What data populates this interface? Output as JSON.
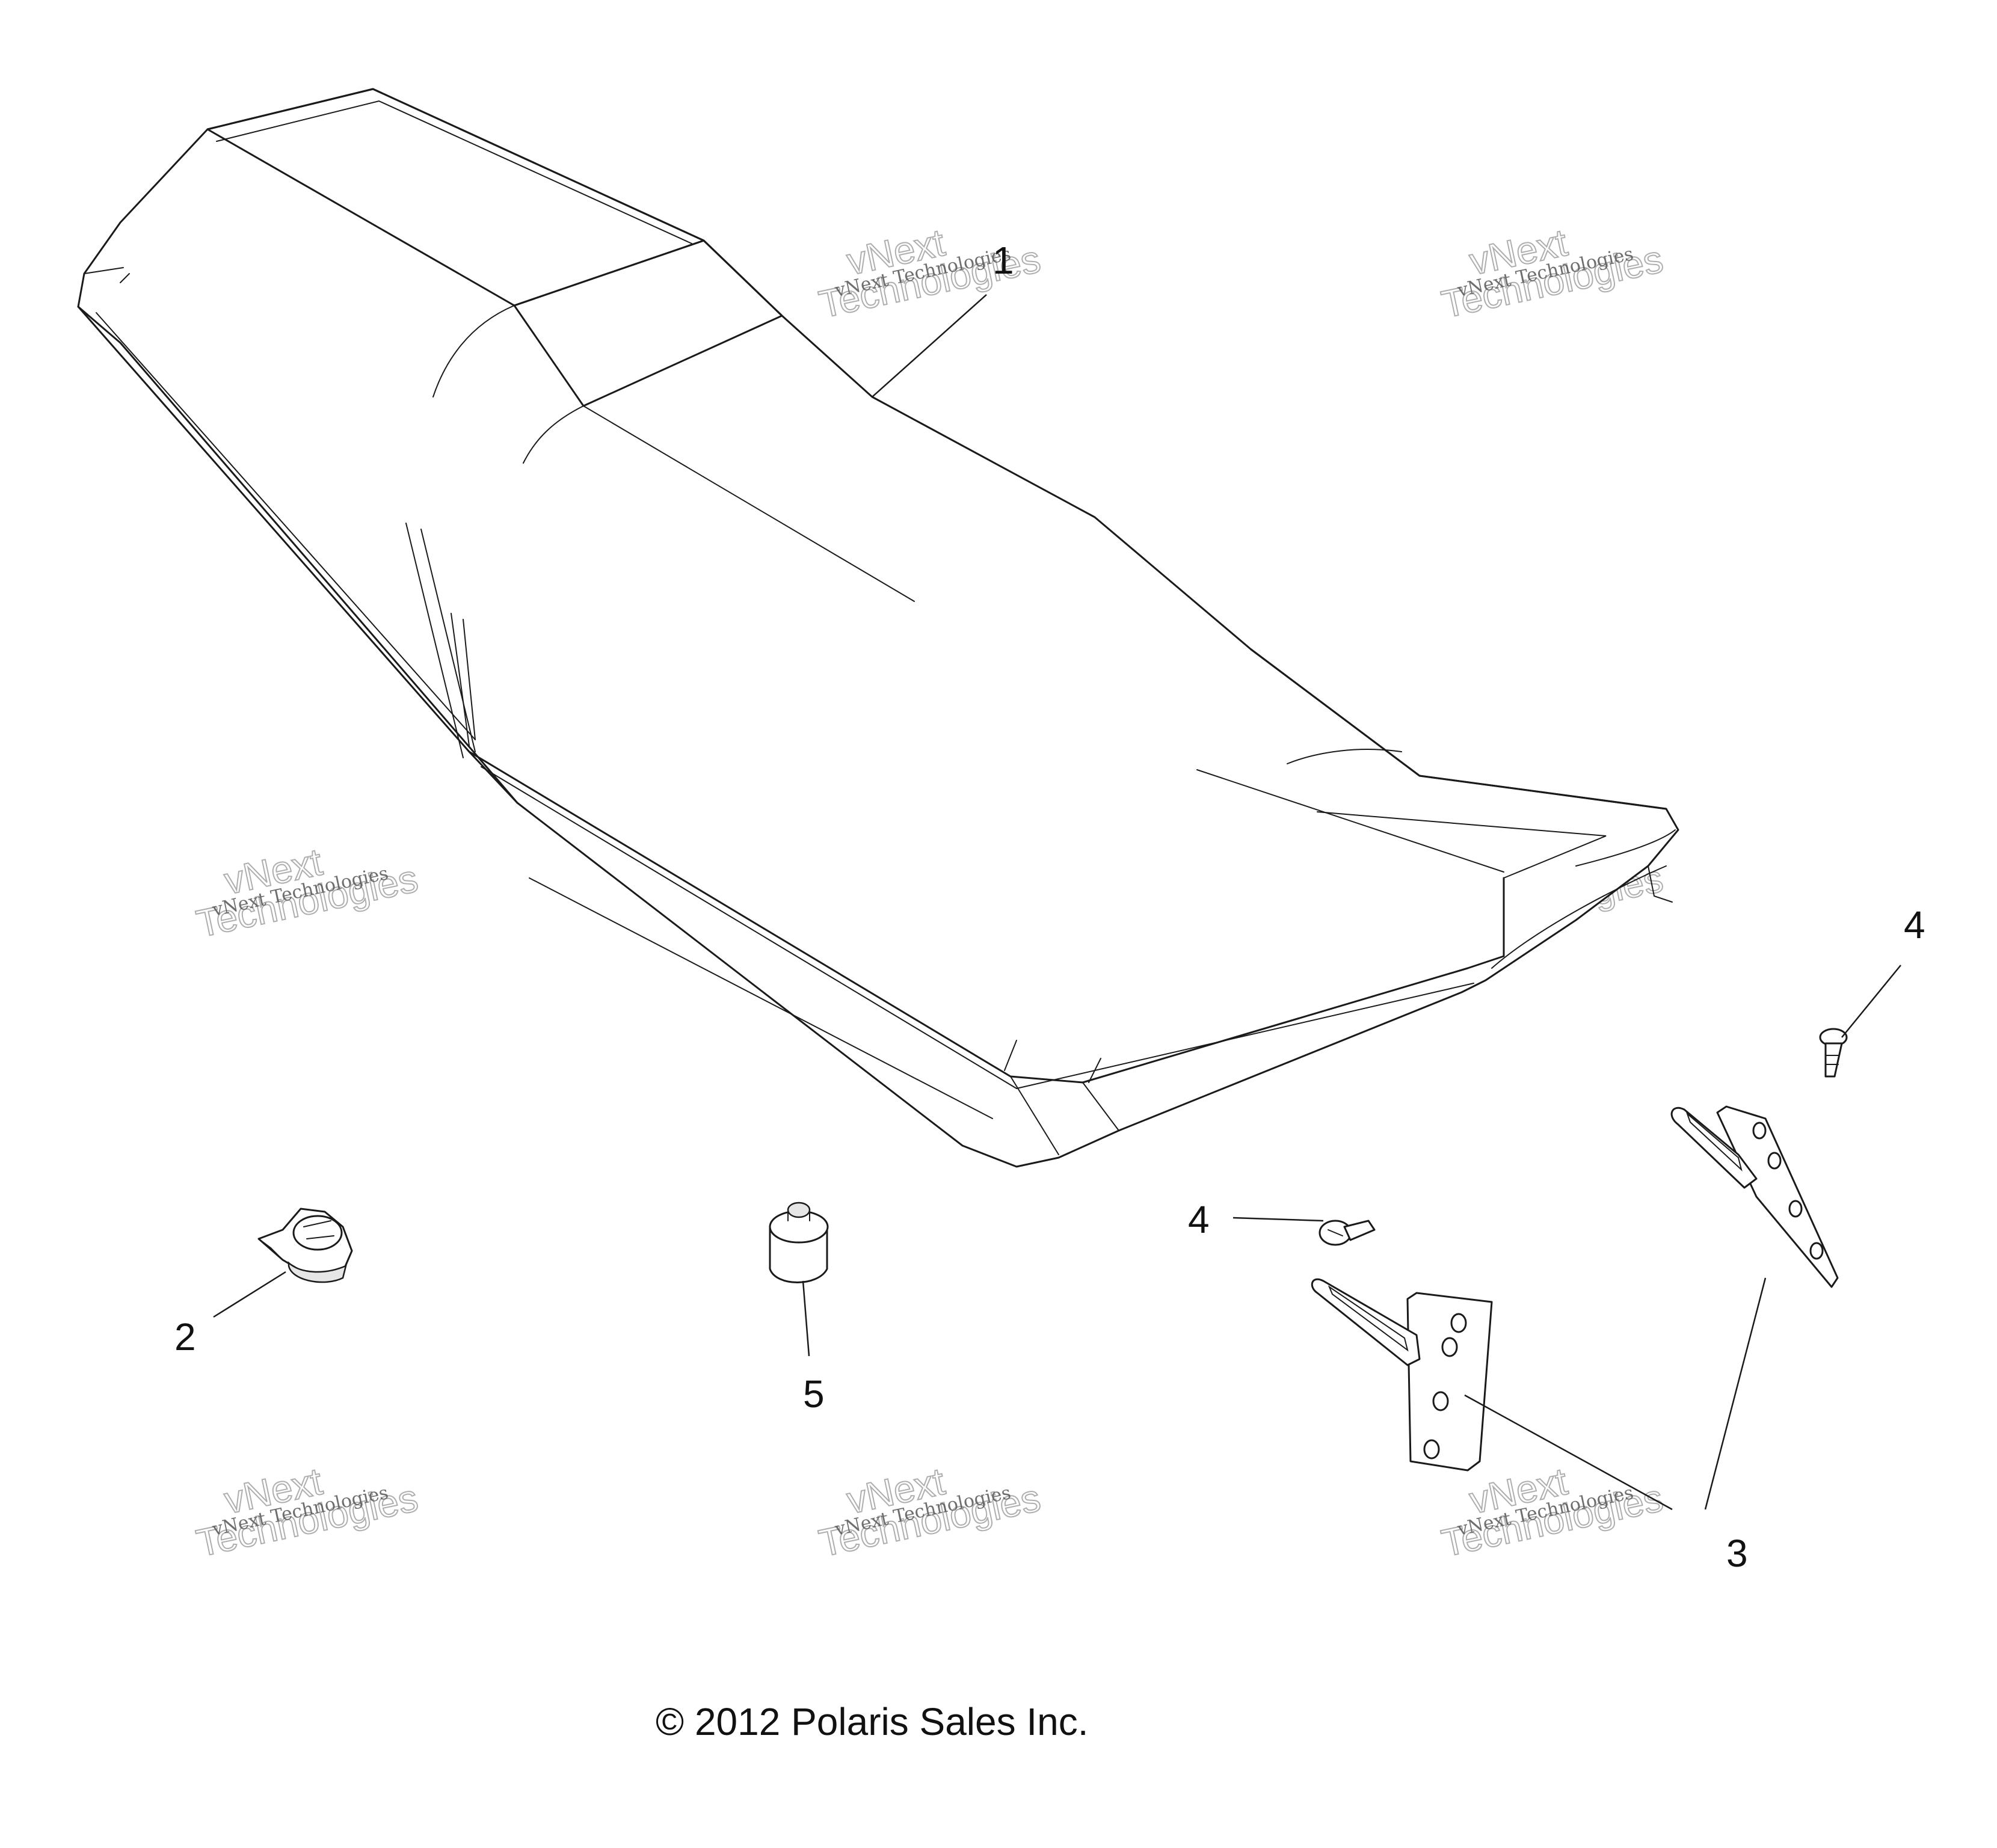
{
  "callouts": [
    {
      "id": "callout-1",
      "label": "1"
    },
    {
      "id": "callout-2",
      "label": "2"
    },
    {
      "id": "callout-3",
      "label": "3"
    },
    {
      "id": "callout-4-top",
      "label": "4"
    },
    {
      "id": "callout-4-mid",
      "label": "4"
    },
    {
      "id": "callout-5",
      "label": "5"
    }
  ],
  "watermark": {
    "line_small": "vNext Technologies",
    "line_big_1": "vNext",
    "line_big_2": "Technologies"
  },
  "copyright": "© 2012 Polaris Sales Inc."
}
